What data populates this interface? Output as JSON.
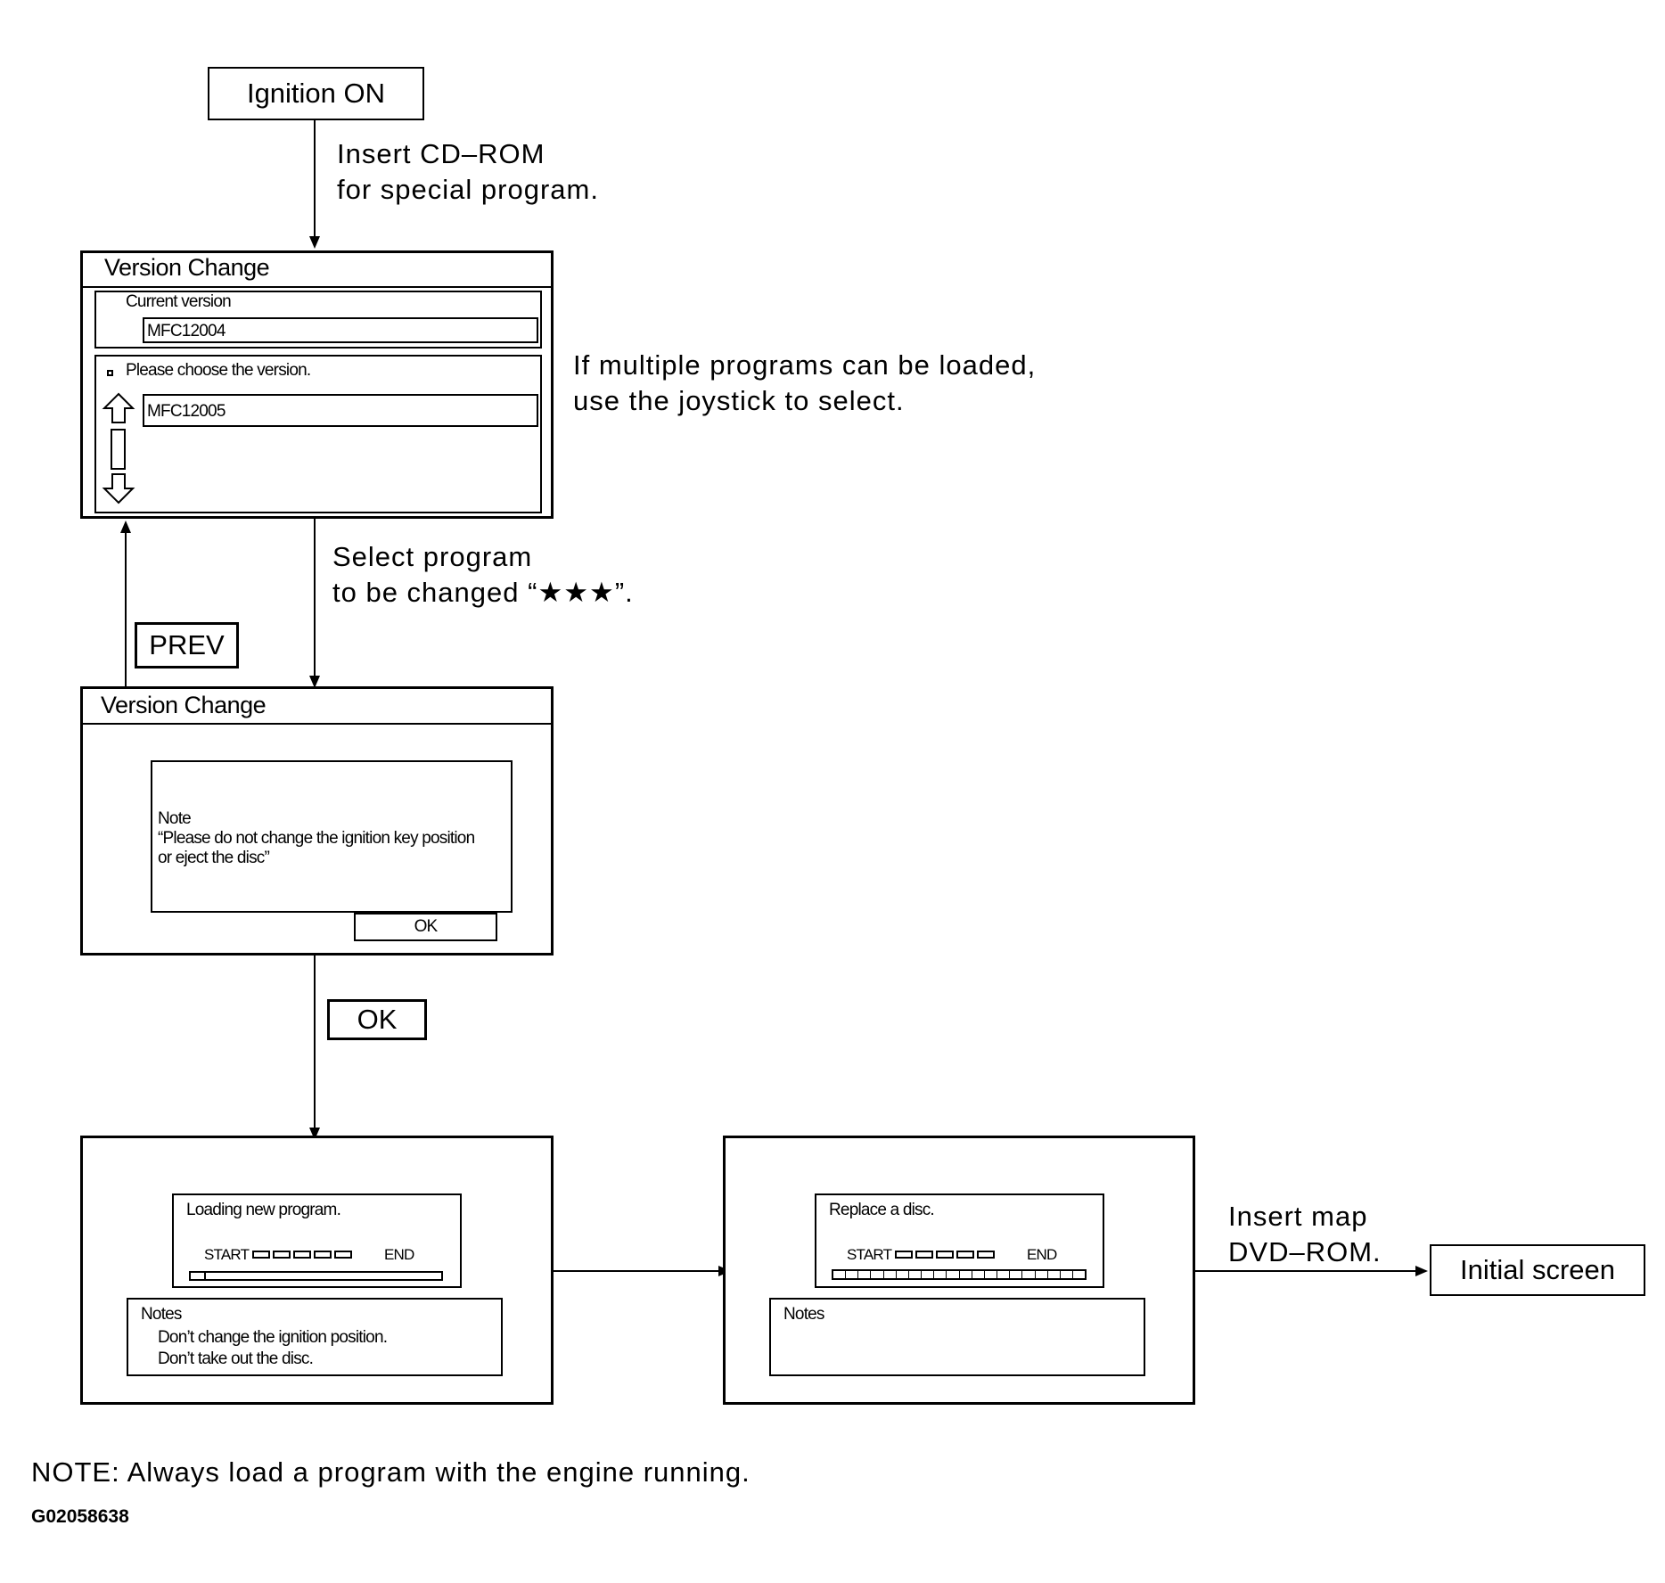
{
  "start": {
    "label": "Ignition ON"
  },
  "step1_note": [
    "Insert CD–ROM",
    "for special program."
  ],
  "screen1": {
    "title": "Version Change",
    "current_label": "Current version",
    "current_value": "MFC12004",
    "choose_label": "Please choose the version.",
    "choose_value": "MFC12005"
  },
  "side_note": [
    "If multiple programs can be loaded,",
    "use the joystick to select."
  ],
  "step2_note": [
    "Select program",
    "to be changed “★★★”."
  ],
  "prev_button": "PREV",
  "screen2": {
    "title": "Version Change",
    "note_title": "Note",
    "note_line1": "“Please do not change the ignition key position",
    "note_line2": "or eject the disc”",
    "ok_label": "OK"
  },
  "ok_button": "OK",
  "screen3": {
    "status": "Loading new program.",
    "start": "START",
    "end": "END",
    "notes_title": "Notes",
    "note1": "Don’t change the ignition position.",
    "note2": "Don’t take out the disc."
  },
  "screen4": {
    "status": "Replace a disc.",
    "start": "START",
    "end": "END",
    "notes_title": "Notes"
  },
  "step3_note": [
    "Insert map",
    "DVD–ROM."
  ],
  "end": {
    "label": "Initial screen"
  },
  "footer": {
    "note": "NOTE: Always load a program with the engine running.",
    "code": "G02058638"
  }
}
